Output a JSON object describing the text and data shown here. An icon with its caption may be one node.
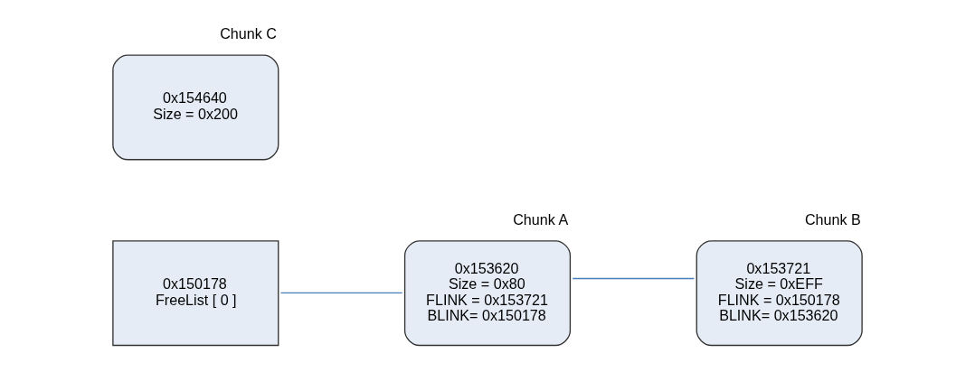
{
  "diagram": {
    "nodes": [
      {
        "text": [
          "0x150178",
          "FreeList [ 0 ]"
        ]
      },
      {
        "text": [
          "Chunk C",
          "0x154640",
          "Size = 0x200"
        ]
      },
      {
        "text": [
          "Chunk A",
          "0x153620",
          "Size = 0x80",
          "FLINK = 0x153721",
          "BLINK= 0x150178"
        ]
      },
      {
        "text": [
          "Chunk B",
          "0x153721",
          "Size = 0xEFF",
          "FLINK = 0x150178",
          "BLINK= 0x153620"
        ]
      }
    ],
    "edges": [
      {
        "from": 0,
        "to": 2,
        "arrow": "none"
      },
      {
        "from": 2,
        "to": 3,
        "arrow": "none"
      }
    ]
  }
}
